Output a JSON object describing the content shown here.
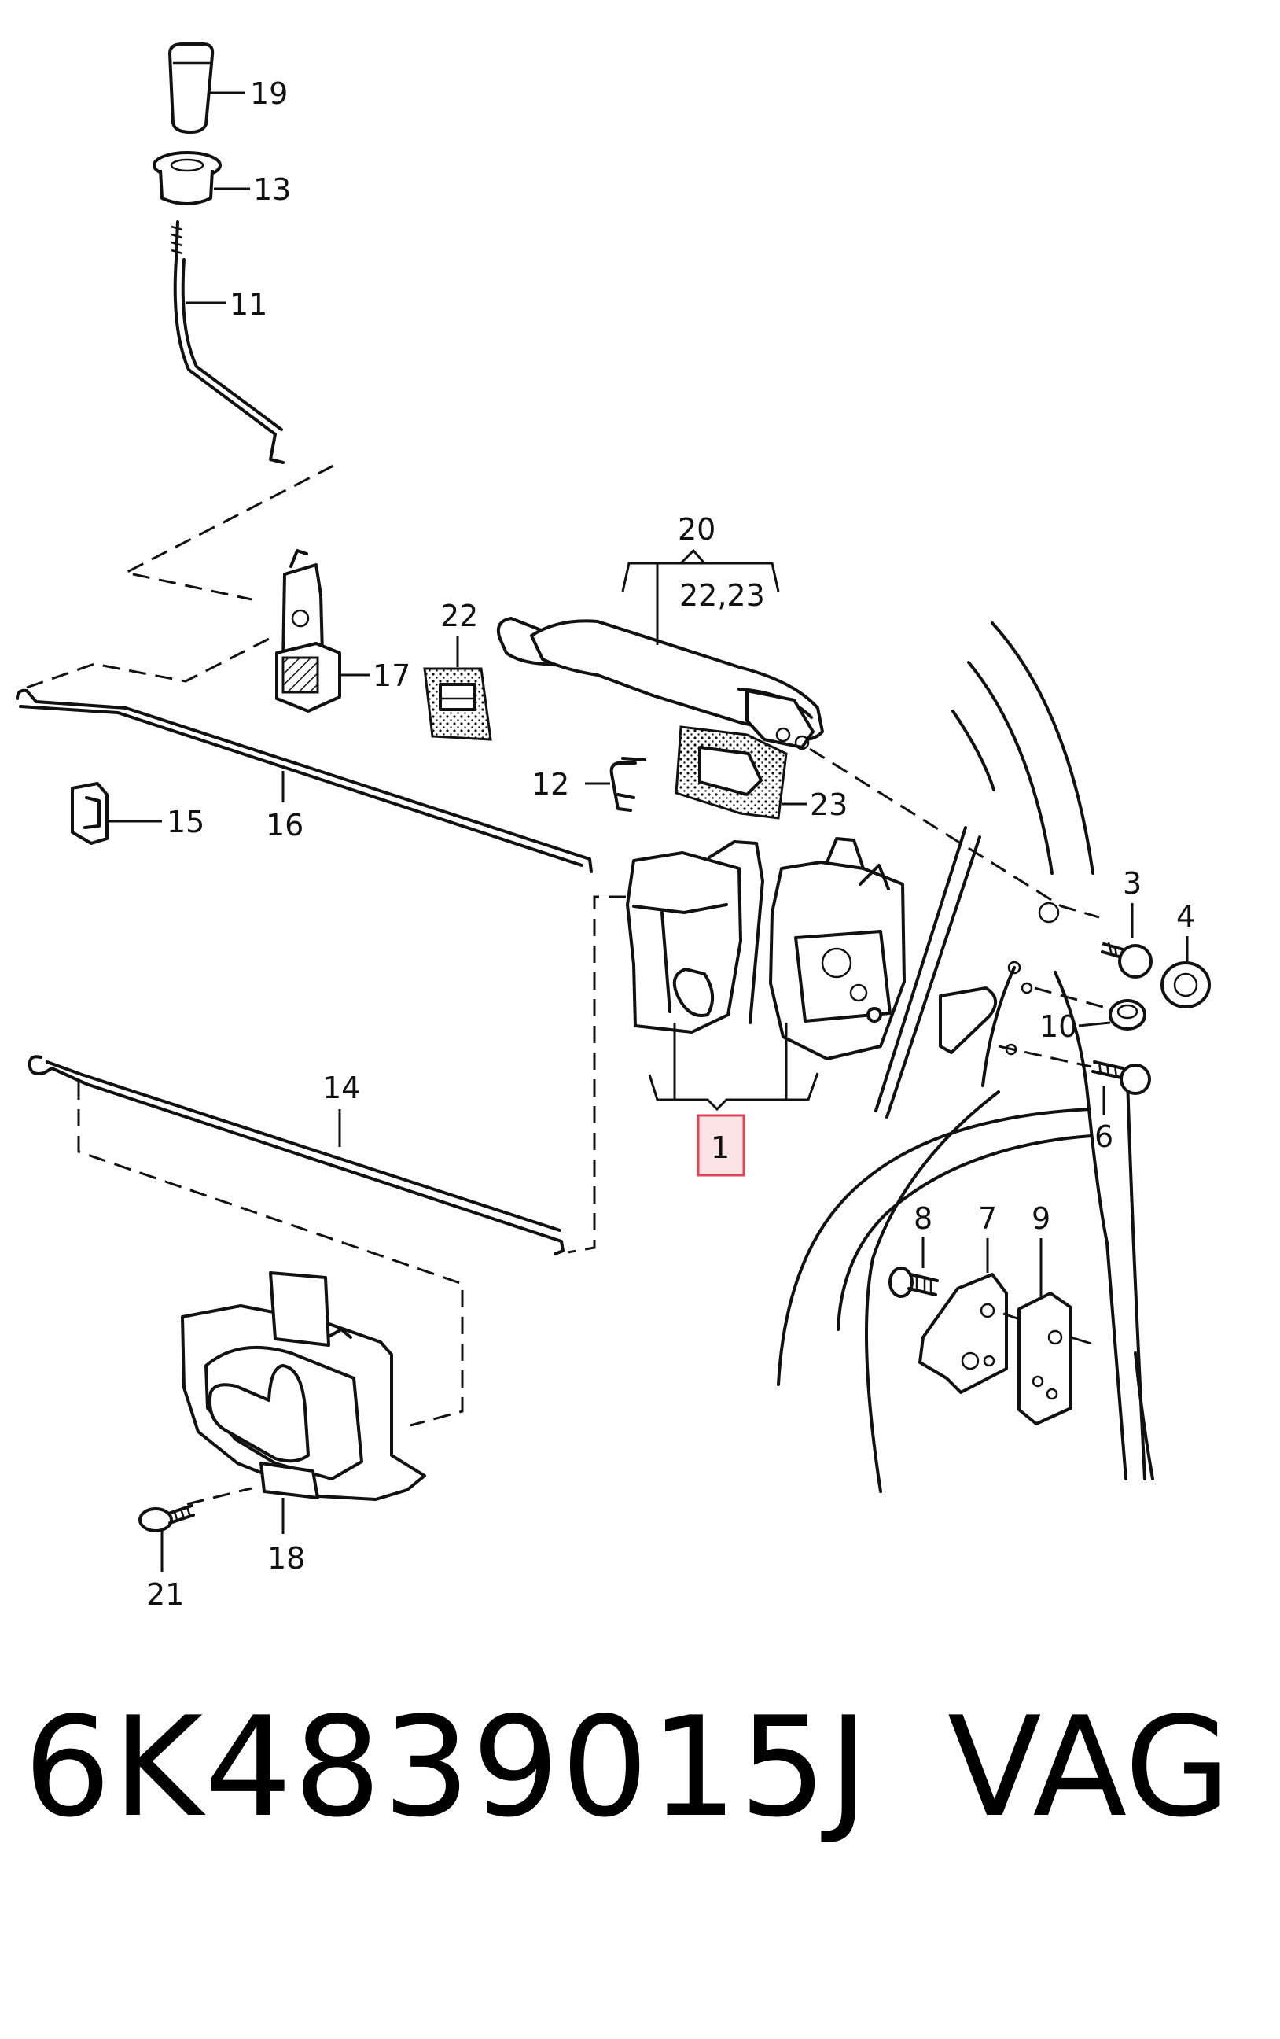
{
  "callouts": [
    {
      "id": "19",
      "label": "19"
    },
    {
      "id": "13",
      "label": "13"
    },
    {
      "id": "11",
      "label": "11"
    },
    {
      "id": "20",
      "label": "20"
    },
    {
      "id": "22_23",
      "label": "22,23"
    },
    {
      "id": "22",
      "label": "22"
    },
    {
      "id": "17",
      "label": "17"
    },
    {
      "id": "12",
      "label": "12"
    },
    {
      "id": "23",
      "label": "23"
    },
    {
      "id": "15",
      "label": "15"
    },
    {
      "id": "16",
      "label": "16"
    },
    {
      "id": "3",
      "label": "3"
    },
    {
      "id": "4",
      "label": "4"
    },
    {
      "id": "10",
      "label": "10"
    },
    {
      "id": "6",
      "label": "6"
    },
    {
      "id": "14",
      "label": "14"
    },
    {
      "id": "1",
      "label": "1"
    },
    {
      "id": "8",
      "label": "8"
    },
    {
      "id": "7",
      "label": "7"
    },
    {
      "id": "9",
      "label": "9"
    },
    {
      "id": "18",
      "label": "18"
    },
    {
      "id": "21",
      "label": "21"
    }
  ],
  "highlighted_callout": "1",
  "highlight_color": "#e0455a",
  "highlight_fill": "#fbe3e6",
  "caption": {
    "part_number": "6K4839015J",
    "brand": "VAG"
  }
}
